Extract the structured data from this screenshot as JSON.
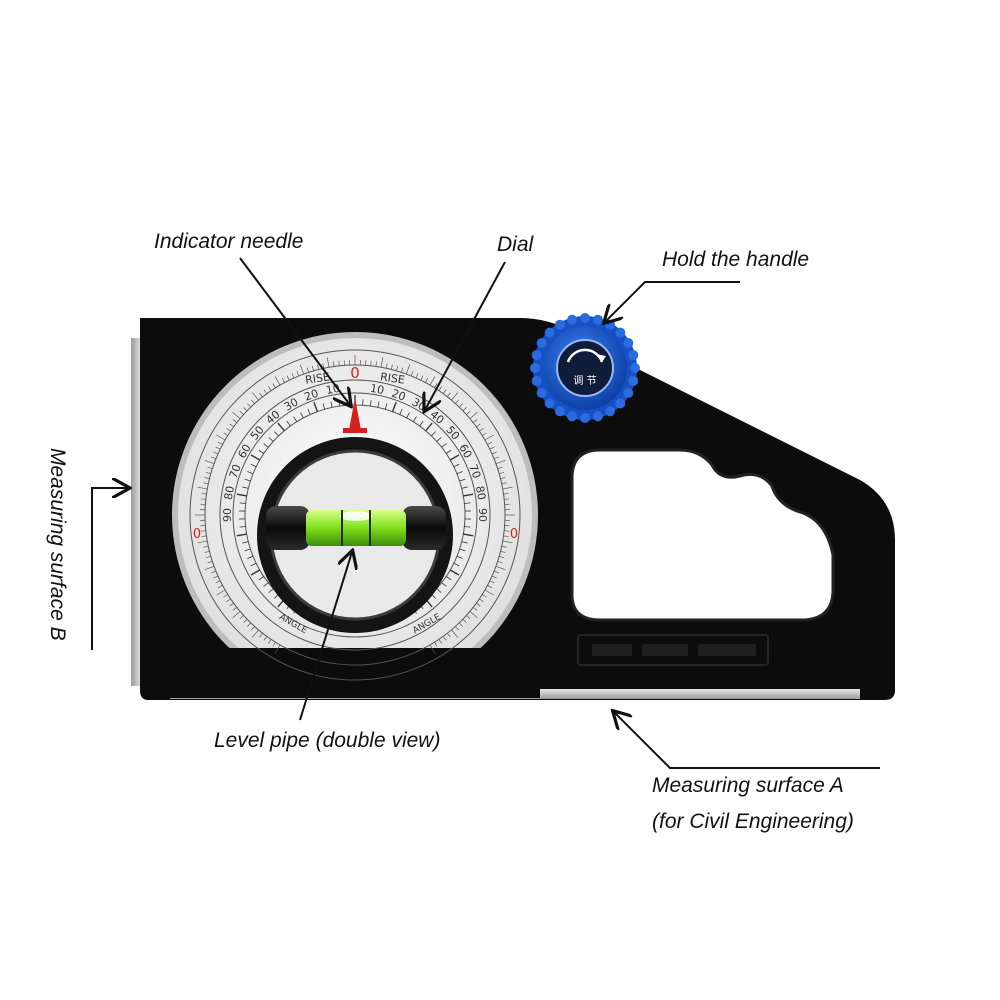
{
  "labels": {
    "indicator_needle": "Indicator needle",
    "dial": "Dial",
    "hold_handle": "Hold the handle",
    "measuring_surface_b": "Measuring surface B",
    "level_pipe": "Level pipe (double view)",
    "measuring_surface_a_line1": "Measuring surface A",
    "measuring_surface_a_line2": "(for Civil Engineering)"
  },
  "dial": {
    "zero": "0",
    "rise": "RISE",
    "angle": "ANGLE",
    "side_zero": "0",
    "major_ticks": [
      "10",
      "20",
      "30",
      "40",
      "50",
      "60",
      "70",
      "80",
      "90"
    ]
  },
  "knob": {
    "text": "调 节"
  },
  "colors": {
    "body": "#0c0c0c",
    "knob": "#1d5fd6",
    "needle": "#d62020",
    "bubble": "#8ee82a",
    "dial_face": "#f4f4f4"
  }
}
